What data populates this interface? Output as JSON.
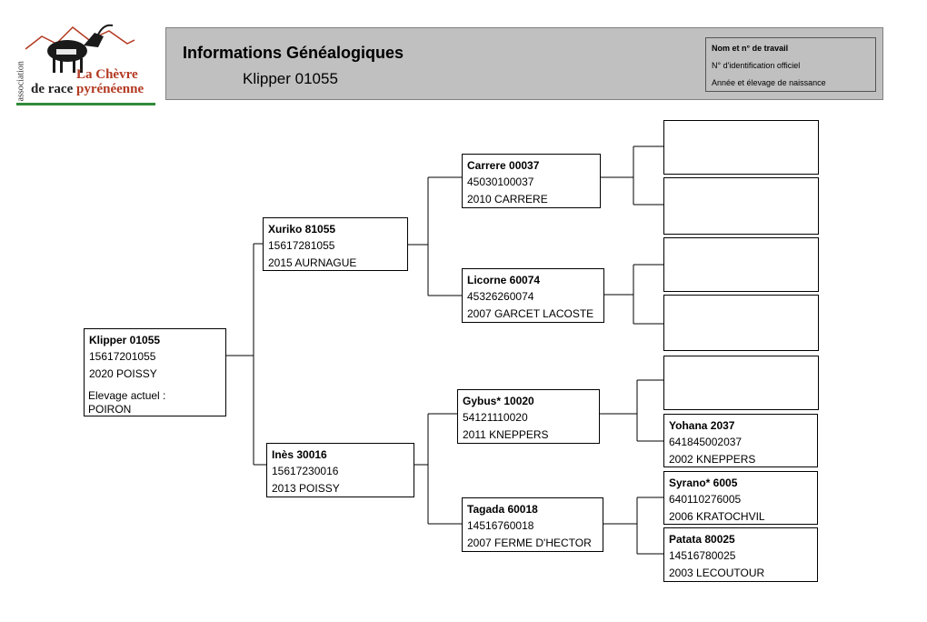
{
  "logo": {
    "vertical_text": "association",
    "line1": "La Chèvre",
    "line2a": "de race",
    "line2b": "pyrénéenne",
    "accent_color": "#b33a22",
    "bar_color": "#2f8a3a"
  },
  "header": {
    "title": "Informations Généalogiques",
    "subtitle": "Klipper 01055",
    "legend": {
      "line1": "Nom et n° de travail",
      "line2": "N° d'identification officiel",
      "line3": "Année et élevage de naissance"
    }
  },
  "subject": {
    "name": "Klipper 01055",
    "id": "15617201055",
    "birth": "2020 POISSY",
    "elevage_label": "Elevage actuel :",
    "elevage_value": "POIRON"
  },
  "parents": [
    {
      "name": "Xuriko 81055",
      "id": "15617281055",
      "birth": "2015 AURNAGUE"
    },
    {
      "name": "Inès 30016",
      "id": "15617230016",
      "birth": "2013 POISSY"
    }
  ],
  "grandparents": [
    {
      "name": "Carrere 00037",
      "id": "45030100037",
      "birth": "2010 CARRERE"
    },
    {
      "name": "Licorne 60074",
      "id": "45326260074",
      "birth": "2007 GARCET LACOSTE"
    },
    {
      "name": "Gybus* 10020",
      "id": "54121110020",
      "birth": "2011 KNEPPERS"
    },
    {
      "name": "Tagada 60018",
      "id": "14516760018",
      "birth": "2007 FERME D'HECTOR"
    }
  ],
  "great_grandparents": [
    {
      "name": "",
      "id": "",
      "birth": ""
    },
    {
      "name": "",
      "id": "",
      "birth": ""
    },
    {
      "name": "",
      "id": "",
      "birth": ""
    },
    {
      "name": "",
      "id": "",
      "birth": ""
    },
    {
      "name": "",
      "id": "",
      "birth": ""
    },
    {
      "name": "Yohana 2037",
      "id": "641845002037",
      "birth": "2002 KNEPPERS"
    },
    {
      "name": "Syrano* 6005",
      "id": "640110276005",
      "birth": "2006 KRATOCHVIL"
    },
    {
      "name": "Patata 80025",
      "id": "14516780025",
      "birth": "2003 LECOUTOUR"
    }
  ]
}
